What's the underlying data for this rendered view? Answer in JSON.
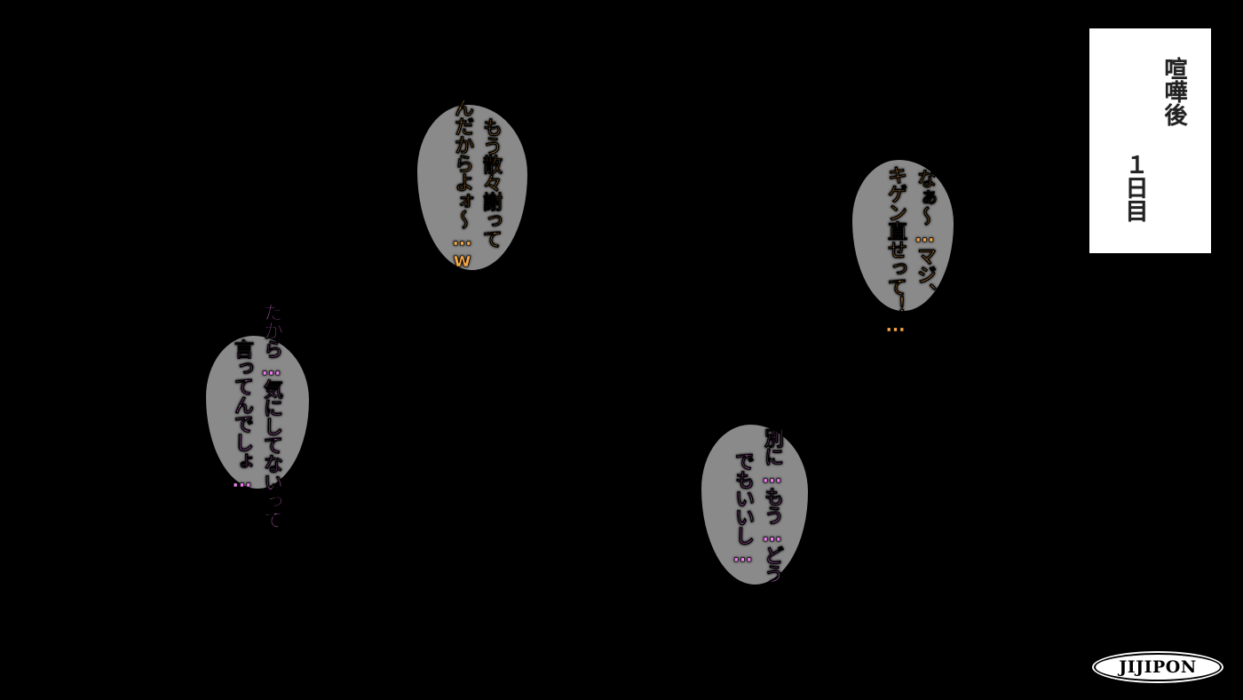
{
  "caption": {
    "line1": "喧嘩後",
    "line2": "１日目"
  },
  "bubbles": [
    {
      "lines": [
        "もう散々謝って",
        "んだからよォ〜…w"
      ],
      "color": "#f6a748"
    },
    {
      "lines": [
        "なぁ〜…マジ、",
        "キゲン直せって！…"
      ],
      "color": "#f6a748"
    },
    {
      "lines": [
        "だから…気にしてないって",
        "言ってんでしょ…"
      ],
      "color": "#f07ff0"
    },
    {
      "lines": [
        "別に…もう…どう",
        "でもいいし…"
      ],
      "color": "#f07ff0"
    }
  ],
  "logo": "JIJIPON",
  "colors": {
    "background": "#000000",
    "bubble": "#8a8a8a"
  }
}
